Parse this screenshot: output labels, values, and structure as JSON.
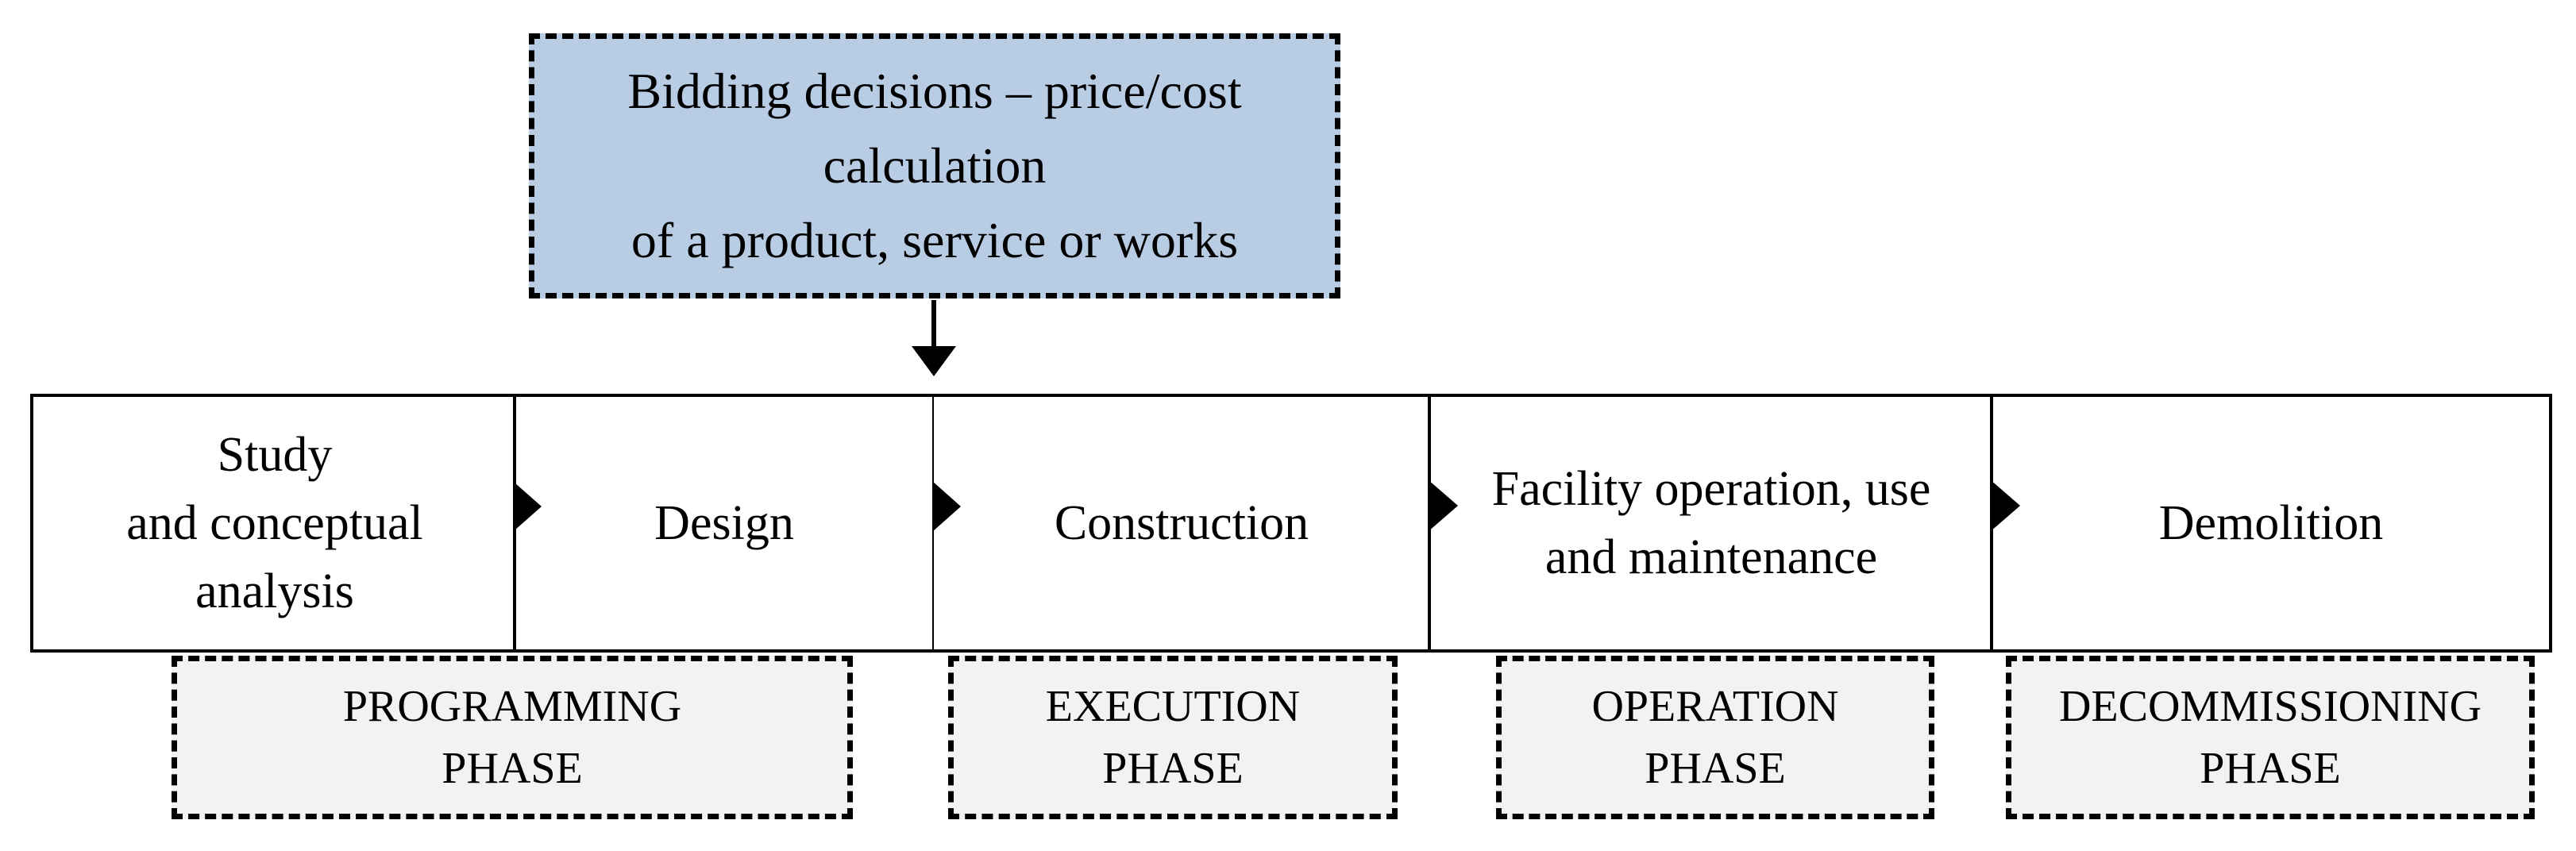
{
  "colors": {
    "top_box_fill": "#b8cce4",
    "phase_fill": "#f2f2f2",
    "stroke": "#000000"
  },
  "top_box": {
    "text": "Bidding decisions – price/cost\ncalculation\nof a product, service or works"
  },
  "stages": [
    {
      "label": "Study\nand conceptual\nanalysis"
    },
    {
      "label": "Design"
    },
    {
      "label": "Construction"
    },
    {
      "label": "Facility operation, use\nand maintenance"
    },
    {
      "label": "Demolition"
    }
  ],
  "phases": [
    {
      "label": "PROGRAMMING\nPHASE"
    },
    {
      "label": "EXECUTION\nPHASE"
    },
    {
      "label": "OPERATION\nPHASE"
    },
    {
      "label": "DECOMMISSIONING\nPHASE"
    }
  ]
}
